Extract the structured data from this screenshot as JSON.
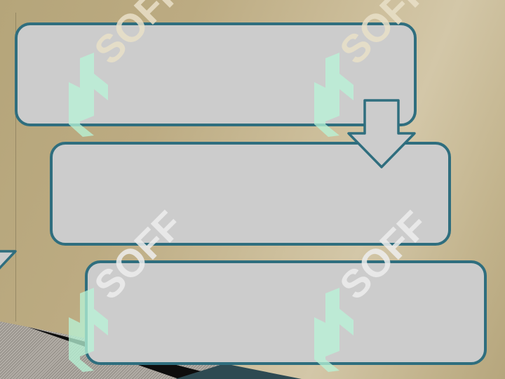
{
  "colors": {
    "box_fill": "#cccccc",
    "box_border": "#2f6e7e",
    "background": "#c4b48b",
    "watermark": "#b8f5d8"
  },
  "diagram": {
    "boxes": [
      {
        "text": ""
      },
      {
        "text": ""
      },
      {
        "text": ""
      }
    ],
    "arrows": [
      {
        "from": "box-1",
        "to": "box-2",
        "direction": "down"
      },
      {
        "from": "left-edge",
        "to": "",
        "direction": "down"
      }
    ]
  },
  "watermark": {
    "text": "SOFF",
    "icon": "soff-logo-icon"
  }
}
